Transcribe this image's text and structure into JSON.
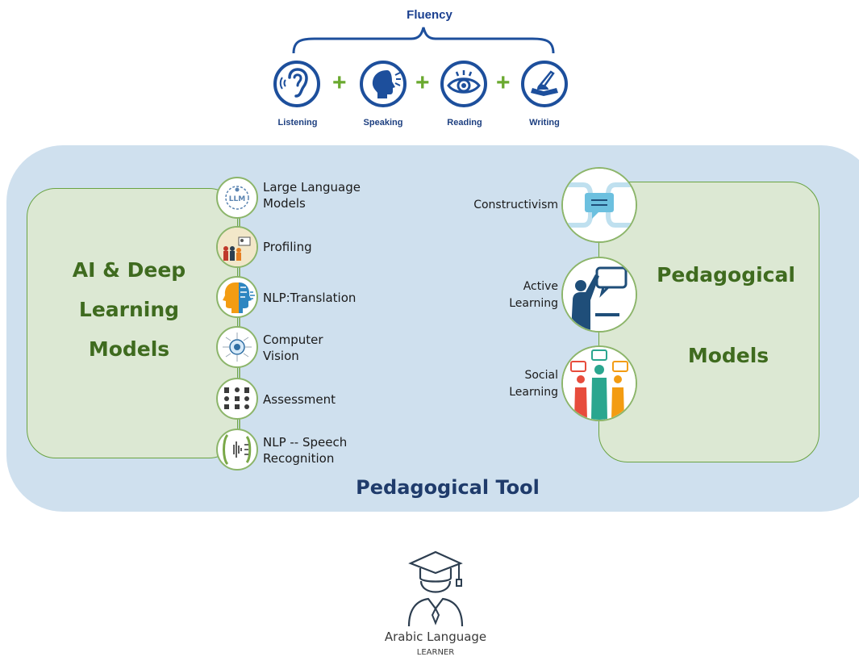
{
  "header": {
    "title": "Fluency",
    "skills": [
      {
        "label": "Listening",
        "icon": "ear-icon"
      },
      {
        "label": "Speaking",
        "icon": "speaking-head-icon"
      },
      {
        "label": "Reading",
        "icon": "eye-icon"
      },
      {
        "label": "Writing",
        "icon": "writing-hand-icon"
      }
    ],
    "plus_symbol": "+"
  },
  "tool": {
    "title": "Pedagogical Tool",
    "ai_models": {
      "title_lines": [
        "AI & Deep",
        "Learning",
        "Models"
      ],
      "items": [
        {
          "label_lines": [
            "Large Language",
            "Models"
          ],
          "icon": "llm-icon"
        },
        {
          "label_lines": [
            "Profiling"
          ],
          "icon": "profiling-icon"
        },
        {
          "label_lines": [
            "NLP:Translation"
          ],
          "icon": "translation-icon"
        },
        {
          "label_lines": [
            "Computer",
            "Vision"
          ],
          "icon": "computer-vision-icon"
        },
        {
          "label_lines": [
            "Assessment"
          ],
          "icon": "assessment-icon"
        },
        {
          "label_lines": [
            "NLP -- Speech",
            "Recognition"
          ],
          "icon": "speech-recognition-icon"
        }
      ]
    },
    "pedagogical_models": {
      "title_lines": [
        "Pedagogical",
        "Models"
      ],
      "items": [
        {
          "label_lines": [
            "Constructivism"
          ],
          "icon": "constructivism-icon"
        },
        {
          "label_lines": [
            "Active",
            "Learning"
          ],
          "icon": "active-learning-icon"
        },
        {
          "label_lines": [
            "Social",
            "Learning"
          ],
          "icon": "social-learning-icon"
        }
      ]
    }
  },
  "learner": {
    "name": "Arabic Language",
    "role": "LEARNER",
    "icon": "graduate-student-icon"
  },
  "colors": {
    "fluency_blue": "#1d4f9c",
    "plus_green": "#6aa92f",
    "tool_background": "#cfe0ee",
    "model_box": "#dce8d3",
    "model_title": "#3f6b1f",
    "tool_title": "#1f3b6b"
  }
}
